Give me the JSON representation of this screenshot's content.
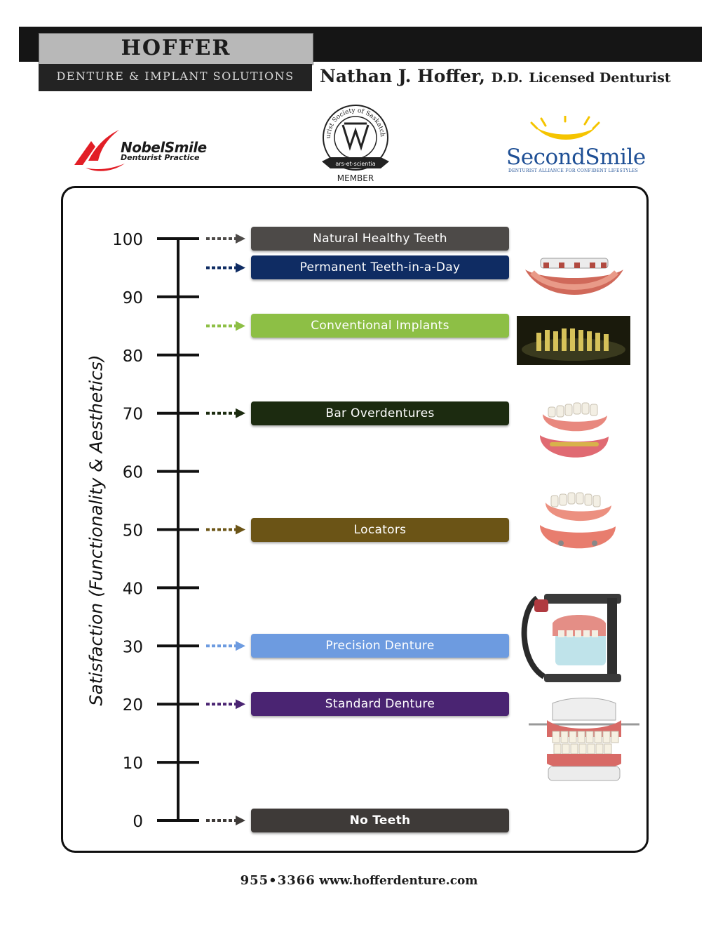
{
  "header": {
    "brand_name": "HOFFER",
    "brand_sub": "DENTURE & IMPLANT SOLUTIONS",
    "doctor_name": "Nathan J. Hoffer,",
    "doctor_title": "D.D.",
    "doctor_role": "Licensed Denturist"
  },
  "logos": {
    "nobel_name": "NobelSmile",
    "nobel_tagline": "Denturist Practice",
    "society_ring": "Denturist Society of Saskatchewan",
    "society_motto": "ars-et-scientia",
    "society_member": "MEMBER",
    "secondsmile_name": "SecondSmile",
    "secondsmile_tagline": "DENTURIST ALLIANCE FOR CONFIDENT LIFESTYLES"
  },
  "chart_data": {
    "type": "bar",
    "ylabel": "Satisfaction (Functionality & Aesthetics)",
    "ylim": [
      0,
      100
    ],
    "yticks": [
      0,
      10,
      20,
      30,
      40,
      50,
      60,
      70,
      80,
      90,
      100
    ],
    "grid": false,
    "items": [
      {
        "label": "Natural Healthy Teeth",
        "value": 100,
        "color": "#4d4a48"
      },
      {
        "label": "Permanent Teeth-in-a-Day",
        "value": 95,
        "color": "#0f2c63"
      },
      {
        "label": "Conventional Implants",
        "value": 85,
        "color": "#8dbf45"
      },
      {
        "label": "Bar Overdentures",
        "value": 70,
        "color": "#1c2b10"
      },
      {
        "label": "Locators",
        "value": 50,
        "color": "#6b5416"
      },
      {
        "label": "Precision Denture",
        "value": 30,
        "color": "#6d9be0"
      },
      {
        "label": "Standard Denture",
        "value": 20,
        "color": "#4a2472"
      },
      {
        "label": "No Teeth",
        "value": 0,
        "color": "#3e3a38"
      }
    ]
  },
  "images": [
    {
      "name": "teeth-in-a-day-photo"
    },
    {
      "name": "implant-xray-photo"
    },
    {
      "name": "bar-overdenture-photo"
    },
    {
      "name": "locator-denture-photo"
    },
    {
      "name": "precision-denture-articulator-photo"
    },
    {
      "name": "standard-denture-photo"
    }
  ],
  "footer": {
    "phone": "955•3366",
    "website": "www.hofferdenture.com"
  }
}
